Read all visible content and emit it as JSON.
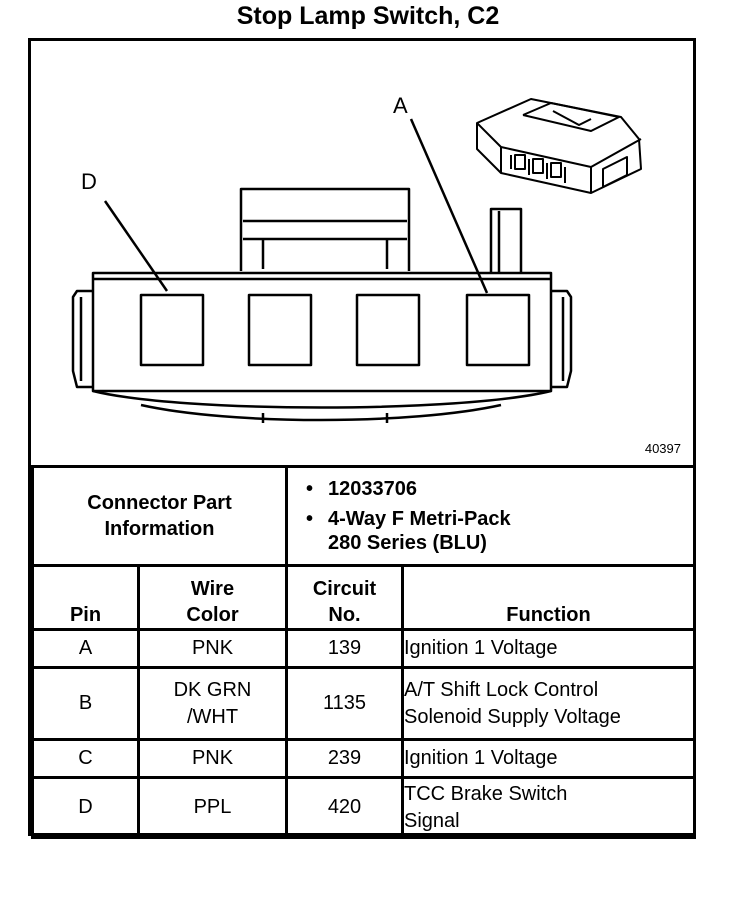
{
  "title": "Stop Lamp Switch, C2",
  "figure": {
    "label_a": "A",
    "label_d": "D",
    "figure_number": "40397"
  },
  "connector_info": {
    "label_line1": "Connector Part",
    "label_line2": "Information",
    "part_number": "12033706",
    "description_line1": "4-Way F Metri-Pack",
    "description_line2": "280 Series (BLU)"
  },
  "table": {
    "headers": {
      "pin": "Pin",
      "wire_color_line1": "Wire",
      "wire_color_line2": "Color",
      "circuit_line1": "Circuit",
      "circuit_line2": "No.",
      "function": "Function"
    },
    "rows": [
      {
        "pin": "A",
        "color_line1": "PNK",
        "color_line2": "",
        "circuit": "139",
        "function_line1": "Ignition 1 Voltage",
        "function_line2": ""
      },
      {
        "pin": "B",
        "color_line1": "DK GRN",
        "color_line2": "/WHT",
        "circuit": "1135",
        "function_line1": "A/T Shift Lock Control",
        "function_line2": "Solenoid Supply Voltage"
      },
      {
        "pin": "C",
        "color_line1": "PNK",
        "color_line2": "",
        "circuit": "239",
        "function_line1": "Ignition 1 Voltage",
        "function_line2": ""
      },
      {
        "pin": "D",
        "color_line1": "PPL",
        "color_line2": "",
        "circuit": "420",
        "function_line1": "TCC Brake Switch",
        "function_line2": "Signal"
      }
    ]
  }
}
